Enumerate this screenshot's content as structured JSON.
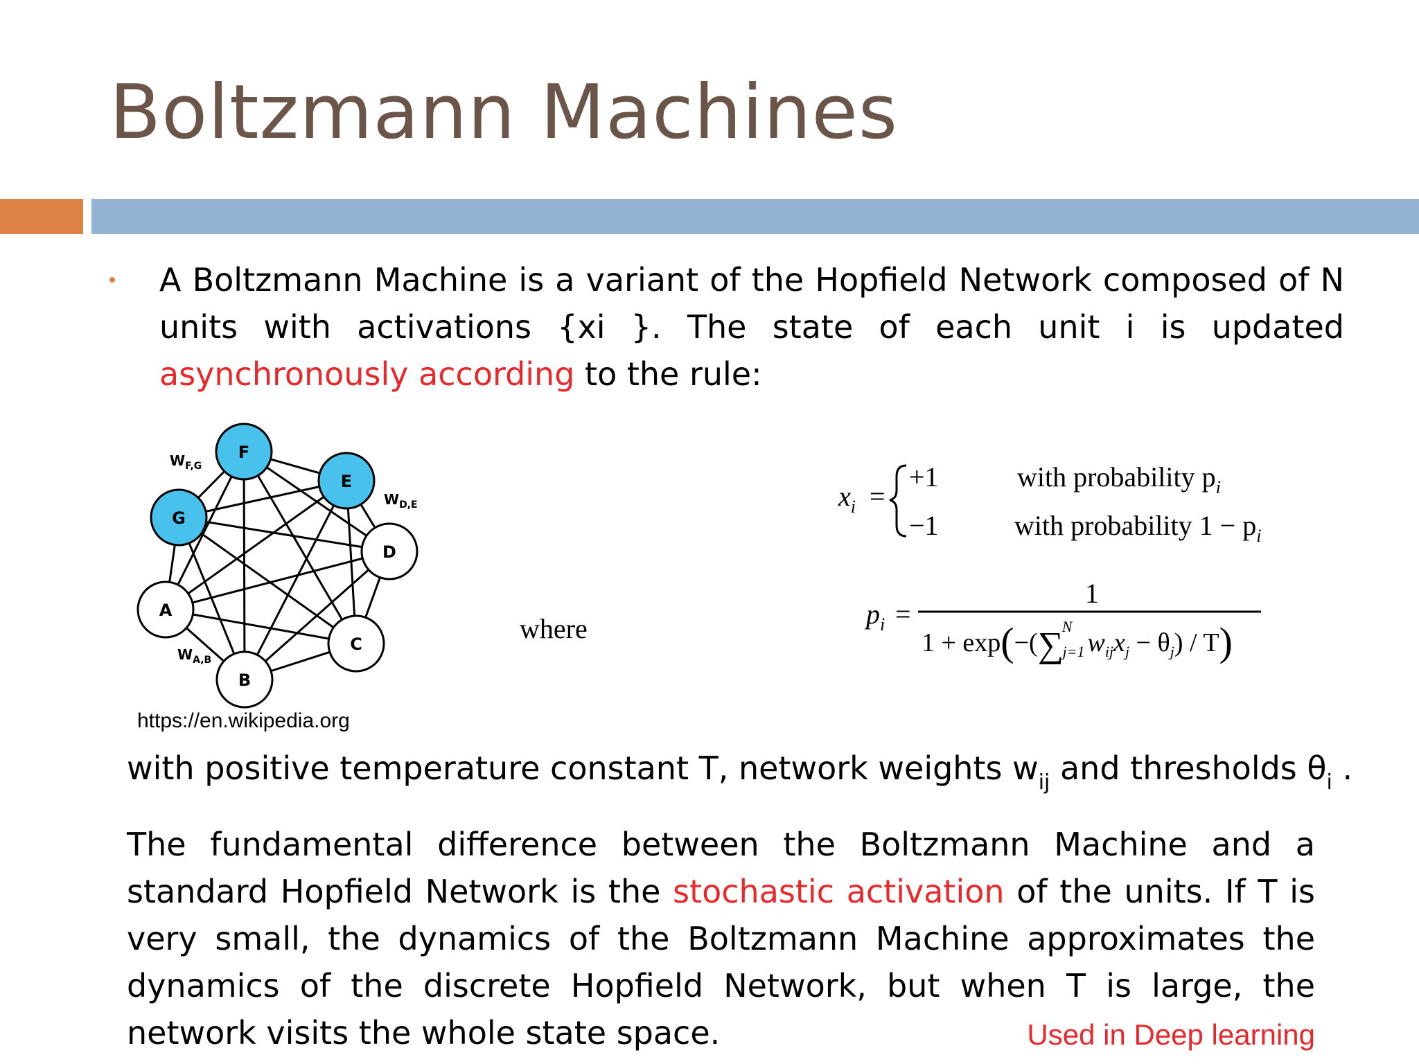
{
  "slide": {
    "title": "Boltzmann Machines",
    "accent_colors": {
      "orange": "#db8245",
      "blue": "#95b4d3",
      "title": "#6b5548",
      "highlight": "#e8282a",
      "node_active": "#48c2ec"
    }
  },
  "paragraph1": {
    "text_a": "A Boltzmann Machine is a variant of the Hopfield Network composed of N units with activations {xi }. The state of each unit i is updated ",
    "highlight": "asynchronously according",
    "text_b": " to the rule:"
  },
  "figure": {
    "source": "https://en.wikipedia.org",
    "nodes": [
      "F",
      "E",
      "G",
      "D",
      "A",
      "C",
      "B"
    ],
    "active_nodes": [
      "F",
      "E",
      "G"
    ],
    "weight_labels": {
      "fg": "W",
      "fg_sub": "F,G",
      "de": "W",
      "de_sub": "D,E",
      "ab": "W",
      "ab_sub": "A,B"
    }
  },
  "where_label": "where",
  "equations": {
    "xi_lhs": "x",
    "xi_sub": "i",
    "case1_val": "+1",
    "case1_text": "with probability p",
    "case1_sub": "i",
    "case2_val": "−1",
    "case2_text": "with probability 1 − p",
    "case2_sub": "i",
    "pi_lhs": "p",
    "pi_sub": "i",
    "numerator": "1",
    "denom_a": "1 + exp",
    "denom_b": "−(",
    "sum_upper": "N",
    "sum_lower": "j=1",
    "denom_c": "w",
    "denom_c_sub": "ij",
    "denom_d": "x",
    "denom_d_sub": "j",
    "denom_e": " − θ",
    "denom_e_sub": "j",
    "denom_f": ") / T"
  },
  "paragraph2": {
    "text_a": "with positive temperature constant T, network weights w",
    "sub_a": "ij",
    "text_b": " and thresholds θ",
    "sub_b": "i",
    "text_c": " ."
  },
  "paragraph3": {
    "text_a": "The fundamental difference between the Boltzmann Machine and a standard Hopfield Network is the ",
    "highlight": "stochastic activation",
    "text_b": " of the units. If T is very small, the dynamics of the Boltzmann Machine approximates the dynamics of the discrete Hopfield Network, but when T is large, the network visits the whole state space."
  },
  "footnote": "Used in Deep learning"
}
